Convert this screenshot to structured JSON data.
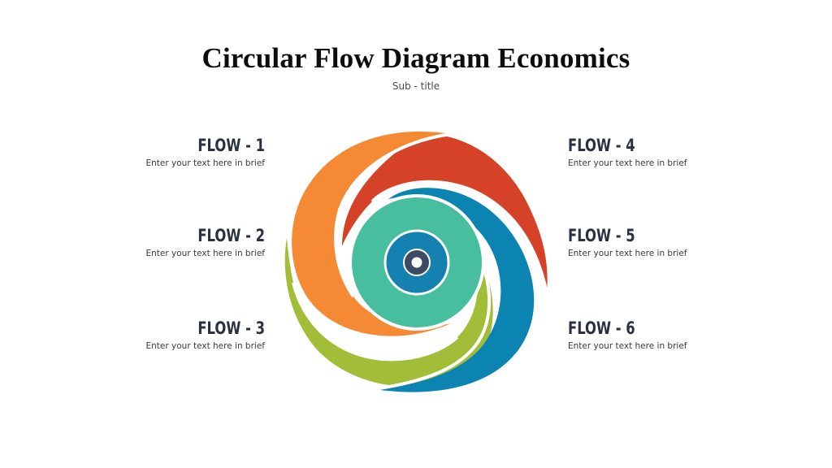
{
  "header": {
    "title": "Circular Flow Diagram Economics",
    "subtitle": "Sub - title"
  },
  "flows_left": [
    {
      "title": "FLOW - 1",
      "description": "Enter your text here in brief"
    },
    {
      "title": "FLOW - 2",
      "description": "Enter your text here in brief"
    },
    {
      "title": "FLOW - 3",
      "description": "Enter your text here in brief"
    }
  ],
  "flows_right": [
    {
      "title": "FLOW - 4",
      "description": "Enter your text here in brief"
    },
    {
      "title": "FLOW - 5",
      "description": "Enter your text here in brief"
    },
    {
      "title": "FLOW - 6",
      "description": "Enter your text here in brief"
    }
  ],
  "diagram": {
    "type": "circular-swirl",
    "segments": [
      {
        "name": "orange-swirl",
        "color": "#F68A34"
      },
      {
        "name": "red-swirl",
        "color": "#D64227"
      },
      {
        "name": "blue-swirl",
        "color": "#0C84B1"
      },
      {
        "name": "lime-swirl",
        "color": "#A2BD37"
      },
      {
        "name": "teal-ring",
        "color": "#47BF9E"
      },
      {
        "name": "inner-blue-circle",
        "color": "#1581B0"
      },
      {
        "name": "core-circle",
        "color": "#3E4A63"
      }
    ]
  },
  "colors": {
    "title": "#0D0D0D",
    "flow_title": "#2B3040",
    "flow_desc": "#3A3A3A",
    "background": "#FFFFFF"
  }
}
